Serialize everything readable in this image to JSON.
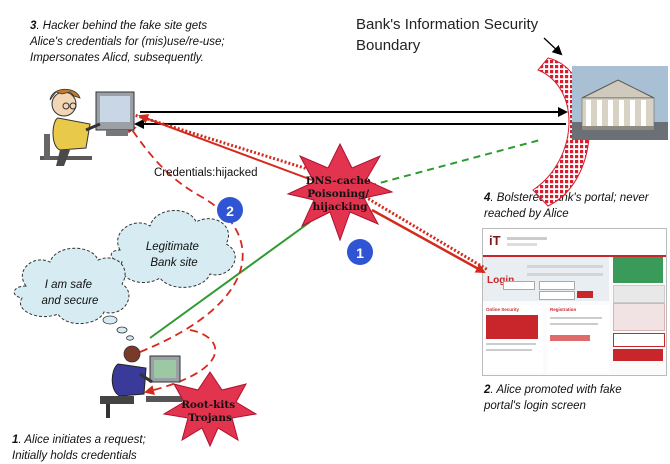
{
  "step3": {
    "num": "3",
    "text1": ". Hacker behind the fake site gets",
    "text2": "Alice's credentials for (mis)use/re-use;",
    "text3": "Impersonates Alicd, subsequently."
  },
  "boundary": {
    "line1": "Bank's Information Security",
    "line2": "Boundary"
  },
  "credentials_label": "Credentials:hijacked",
  "dns": {
    "line1": "DNS-cache",
    "line2": "Poisoning/",
    "line3": "hijacking"
  },
  "step4": {
    "num": "4",
    "text1": ". Bolstered bank's portal; never",
    "text2": "reached by Alice"
  },
  "cloud_legit": {
    "line1": "Legitimate",
    "line2": "Bank site"
  },
  "cloud_safe": {
    "line1": "I am safe",
    "line2": "and secure"
  },
  "badge1": "1",
  "badge2": "2",
  "rootkits": {
    "line1": "Root-kits",
    "line2": "Trojans"
  },
  "step2": {
    "num": "2",
    "text1": ". Alice promoted with fake",
    "text2": "portal's login screen"
  },
  "step1": {
    "num": "1",
    "text1": ". Alice initiates a request;",
    "text2": "Initially holds credentials"
  },
  "portal": {
    "login": "Login",
    "section1": "Online Security",
    "section2": "Registration"
  },
  "colors": {
    "red": "#d42a1e",
    "green": "#2f9a2f",
    "dns_star": "#e2334f",
    "badge": "#2f55d4",
    "cloud": "#d6ecf2"
  }
}
